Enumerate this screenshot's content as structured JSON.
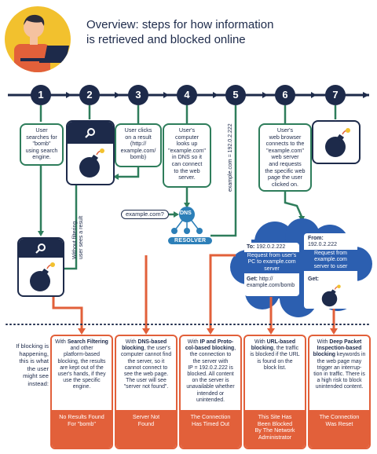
{
  "title": {
    "line1": "Overview: steps for how information",
    "line2": "is retrieved and blocked online"
  },
  "steps": [
    "1",
    "2",
    "3",
    "4",
    "5",
    "6",
    "7"
  ],
  "boxes": {
    "step1": [
      "User",
      "searches for",
      "\"bomb\"",
      "using search",
      "engine."
    ],
    "step3": [
      "User clicks",
      "on a result",
      "(http://",
      "example.com/",
      "bomb)"
    ],
    "step4": [
      "User's",
      "computer",
      "looks up",
      "\"example.com\"",
      "in DNS so it",
      "can connect",
      "to the web",
      "server."
    ],
    "step6": [
      "User's",
      "web browser",
      "connects to the",
      "\"example.com\"",
      "web server",
      "and requests",
      "the specific web",
      "page the user",
      "clicked on."
    ]
  },
  "labels": {
    "without_filtering": "Without filtering,",
    "user_sees_result": "user sees a result",
    "dns_answer": "example.com = 192.0.2.222",
    "dns_query": "example.com?",
    "dns_node": "DNS",
    "resolver": "RESOLVER"
  },
  "request_cloud": {
    "to_label": "To:",
    "to_value": "192.0.2.222",
    "line1": "Request from user's",
    "line2": "PC to example.com",
    "line3": "server",
    "get_label": "Get:",
    "get_value1": "http://",
    "get_value2": "example.com/bomb"
  },
  "response_cloud": {
    "from_label": "From:",
    "from_value": "192.0.2.222",
    "line1": "Request from",
    "line2": "example.com",
    "line3": "server to user",
    "get_label": "Get:"
  },
  "blocking_note": [
    "If blocking is",
    "happening,",
    "this is what",
    "the user",
    "might see",
    "instead:"
  ],
  "cards": [
    {
      "lines": [
        "With |Search Filtering",
        "and other",
        "platform-based",
        "blocking, the results",
        "are kept out of the",
        "user's hands, if they",
        "use the specific",
        "engine."
      ],
      "result": [
        "No Results Found",
        "For \"bomb\""
      ]
    },
    {
      "lines": [
        "With DNS-based",
        "blocking, the user's",
        "computer cannot find",
        "the server, so it",
        "cannot connect to",
        "see the web page.",
        "The user will see",
        "\"server not found\"."
      ],
      "result": [
        "Server Not",
        "Found"
      ]
    },
    {
      "lines": [
        "With IP and Proto-",
        "col-based blocking,",
        "the connection to",
        "the server with",
        "IP = 192.0.2.222 is",
        "blocked. All content",
        "on the server is",
        "unavailable whether",
        "intended or",
        "unintended."
      ],
      "result": [
        "The Connection",
        "Has Timed Out"
      ]
    },
    {
      "lines": [
        "With URL-based",
        "blocking, the traffic",
        "is blocked if the URL",
        "is found on the",
        "block list."
      ],
      "result": [
        "This Site Has",
        "Been Blocked",
        "By The Network",
        "Administrator"
      ]
    },
    {
      "lines": [
        "With Deep Packet",
        "Inspection-based",
        "blocking keywords in",
        "the web page may",
        "trigger an interrup-",
        "tion in traffic. There is",
        "a high risk to block",
        "unintended content."
      ],
      "result": [
        "The Connection",
        "Was Reset"
      ]
    }
  ],
  "colors": {
    "navy": "#1d2a4a",
    "green": "#2e7d5b",
    "orange": "#e2603a",
    "cloud_blue": "#2c5fb0",
    "avatar_yellow": "#f2c12e"
  }
}
